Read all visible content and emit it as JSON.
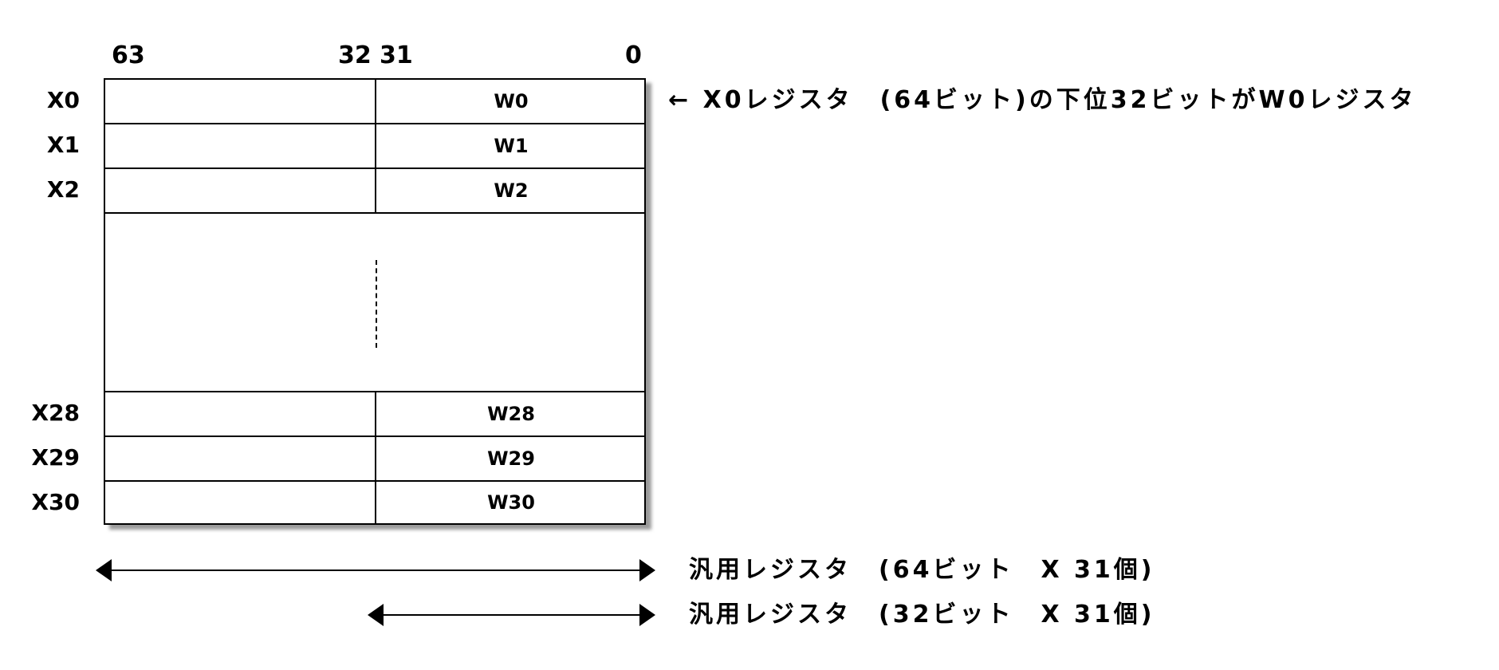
{
  "bits": {
    "b63": "63",
    "b32": "32",
    "b31": "31",
    "b0": "0"
  },
  "rows_top": [
    {
      "x": "X0",
      "w": "W0"
    },
    {
      "x": "X1",
      "w": "W1"
    },
    {
      "x": "X2",
      "w": "W2"
    }
  ],
  "rows_bottom": [
    {
      "x": "X28",
      "w": "W28"
    },
    {
      "x": "X29",
      "w": "W29"
    },
    {
      "x": "X30",
      "w": "W30"
    }
  ],
  "annotation": "← X0レジスタ　(64ビット)の下位32ビットがW0レジスタ",
  "arrow_labels": {
    "general_64": "汎用レジスタ　(64ビット　X 31個)",
    "general_32": "汎用レジスタ　(32ビット　X 31個)"
  }
}
